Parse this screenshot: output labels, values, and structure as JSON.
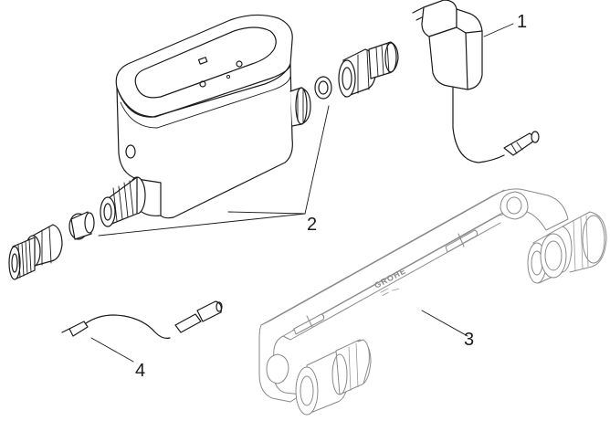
{
  "callouts": [
    {
      "id": "1",
      "label": "1"
    },
    {
      "id": "2",
      "label": "2"
    },
    {
      "id": "3",
      "label": "3"
    },
    {
      "id": "4",
      "label": "4"
    }
  ],
  "bracket_brand": "GROHE",
  "parts": {
    "power_adapter": "power-adapter",
    "connection_fittings": "connection-fittings",
    "mounting_bracket": "mounting-bracket",
    "sensor_cable": "sensor-cable"
  }
}
